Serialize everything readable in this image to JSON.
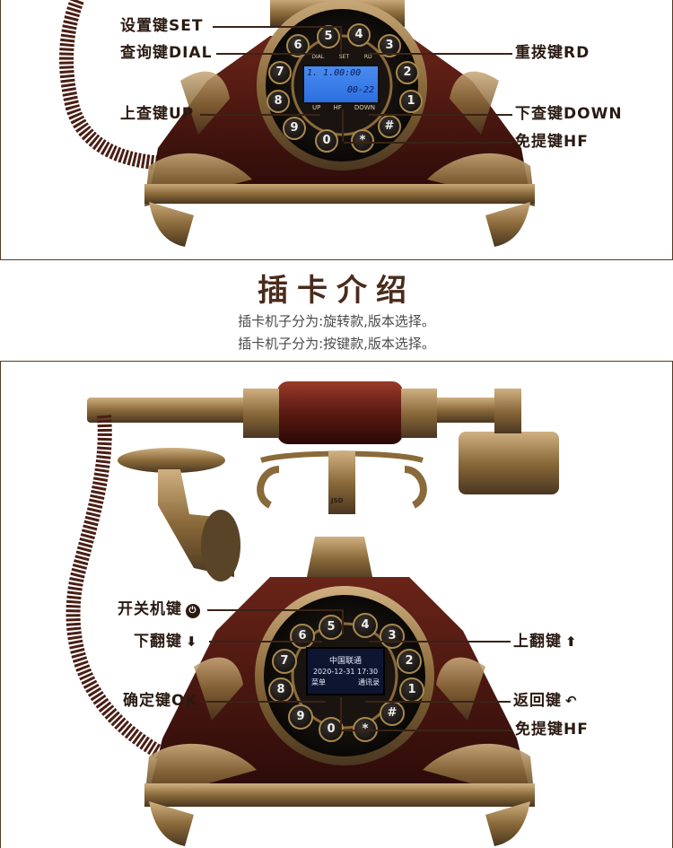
{
  "top_phone": {
    "labels": {
      "set": "设置键SET",
      "dial": "查询键DIAL",
      "redial": "重拨键RD",
      "up": "上查键UP",
      "down": "下查键DOWN",
      "handsfree": "免提键HF"
    },
    "lcd": {
      "line1": "1. 1.00:00",
      "line2": "00-22",
      "btn_up": "UP",
      "btn_hf": "HF",
      "btn_down": "DOWN",
      "btn_dial": "DIAL",
      "btn_set": "SET",
      "btn_rd": "RD"
    },
    "keys": [
      "5",
      "4",
      "3",
      "6",
      "2",
      "7",
      "1",
      "8",
      "9",
      "0",
      "*",
      "#"
    ]
  },
  "section": {
    "title": "插卡介绍",
    "line1": "插卡机子分为:旋转款,版本选择。",
    "line2": "插卡机子分为:按键款,版本选择。"
  },
  "bottom_phone": {
    "labels": {
      "power": "开关机键",
      "page_down": "下翻键",
      "ok": "确定键OK",
      "page_up": "上翻键",
      "back": "返回键",
      "handsfree": "免提键HF"
    },
    "icons": {
      "power": "⏻",
      "page_down": "⬇",
      "page_up": "⬆",
      "back": "↶"
    },
    "lcd": {
      "carrier": "中国联通",
      "datetime": "2020-12-31 17:30",
      "menu": "菜单",
      "contacts": "通讯录"
    },
    "brand": "JSD",
    "keys": [
      "5",
      "4",
      "3",
      "6",
      "2",
      "7",
      "1",
      "8",
      "9",
      "0",
      "*",
      "#"
    ]
  },
  "colors": {
    "wood": "#4a1410",
    "bronze": "#8a6a3a",
    "lcd_blue": "#2b6fe0",
    "lcd_dark": "#0e1530",
    "text_dark": "#2a1a12"
  }
}
